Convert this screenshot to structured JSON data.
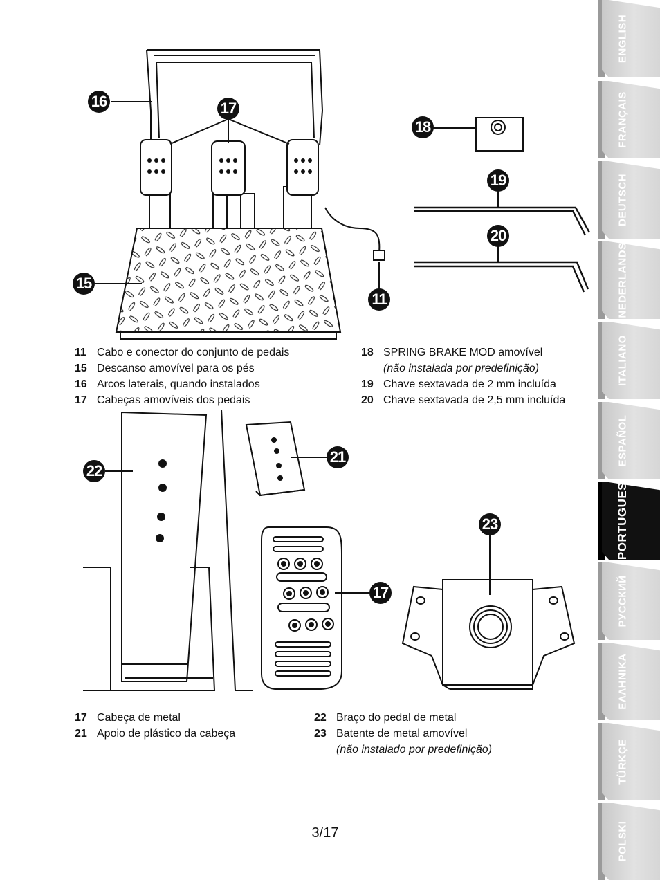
{
  "callouts": {
    "c16": "16",
    "c17_top": "17",
    "c18": "18",
    "c19": "19",
    "c20": "20",
    "c15": "15",
    "c11": "11",
    "c22": "22",
    "c21": "21",
    "c23": "23",
    "c17_bottom": "17"
  },
  "legend_top_left": [
    {
      "num": "11",
      "text": "Cabo e conector do conjunto de pedais"
    },
    {
      "num": "15",
      "text": "Descanso amovível para os pés"
    },
    {
      "num": "16",
      "text": "Arcos laterais, quando instalados"
    },
    {
      "num": "17",
      "text": "Cabeças amovíveis dos pedais"
    }
  ],
  "legend_top_right": [
    {
      "num": "18",
      "text": "SPRING BRAKE MOD amovível",
      "sub": "(não instalada por predefinição)"
    },
    {
      "num": "19",
      "text": "Chave sextavada de 2 mm incluída"
    },
    {
      "num": "20",
      "text": "Chave sextavada de 2,5 mm incluída"
    }
  ],
  "legend_bottom_left": [
    {
      "num": "17",
      "text": "Cabeça de metal"
    },
    {
      "num": "21",
      "text": "Apoio de plástico da cabeça"
    }
  ],
  "legend_bottom_right": [
    {
      "num": "22",
      "text": "Braço do pedal de metal"
    },
    {
      "num": "23",
      "text": "Batente de metal amovível",
      "sub": "(não instalado por predefinição)"
    }
  ],
  "page_number": "3/17",
  "language_tabs": [
    {
      "label": "ENGLISH",
      "active": false
    },
    {
      "label": "FRANÇAIS",
      "active": false
    },
    {
      "label": "DEUTSCH",
      "active": false
    },
    {
      "label": "NEDERLANDS",
      "active": false
    },
    {
      "label": "ITALIANO",
      "active": false
    },
    {
      "label": "ESPAÑOL",
      "active": false
    },
    {
      "label": "PORTUGUES",
      "active": true
    },
    {
      "label": "РУССКИЙ",
      "active": false
    },
    {
      "label": "ΕΛΛΗΝΙΚΑ",
      "active": false
    },
    {
      "label": "TÜRKÇE",
      "active": false
    },
    {
      "label": "POLSKI",
      "active": false
    }
  ],
  "colors": {
    "active_tab": "#111111",
    "inactive_tab": "#d4d4d4",
    "ink": "#111111"
  }
}
